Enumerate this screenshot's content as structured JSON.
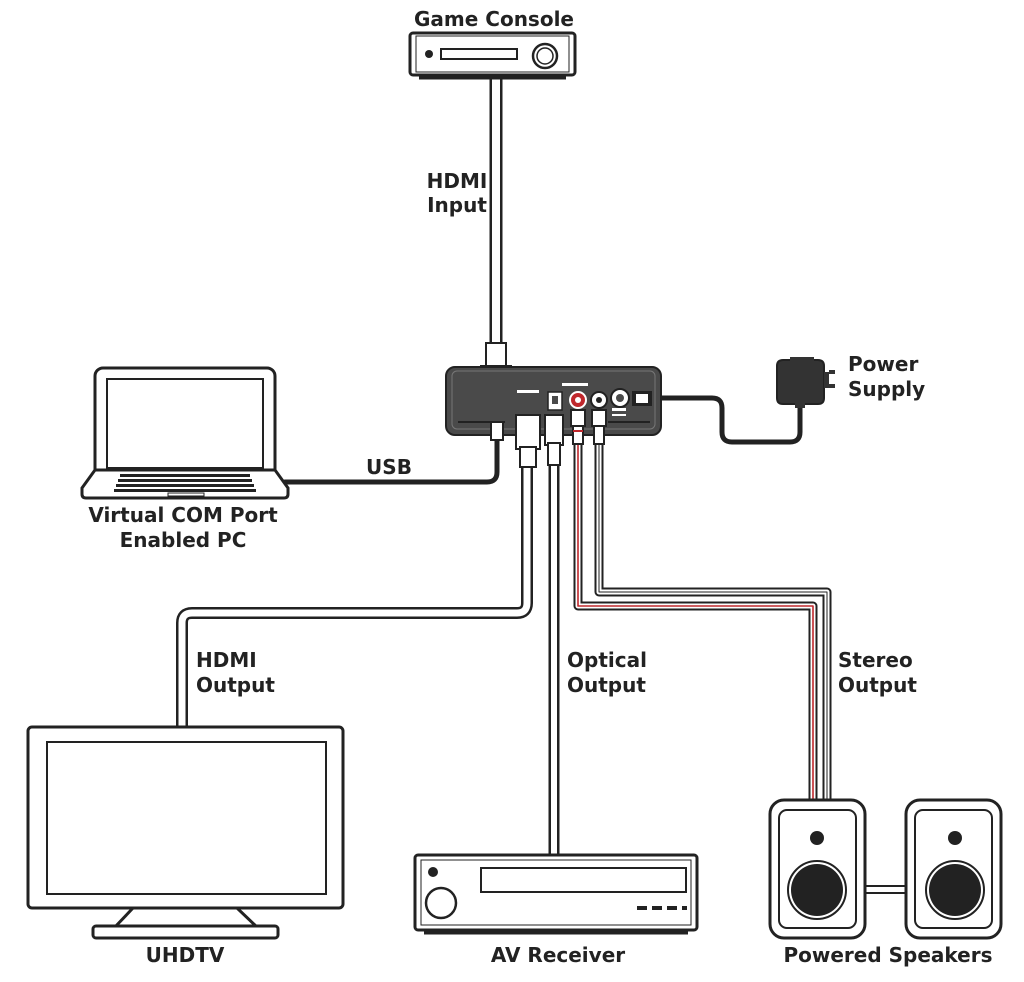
{
  "devices": {
    "game_console": "Game Console",
    "pc": [
      "Virtual COM Port",
      "Enabled PC"
    ],
    "power_supply": [
      "Power",
      "Supply"
    ],
    "uhdtv": "UHDTV",
    "av_receiver": "AV Receiver",
    "speakers": "Powered Speakers"
  },
  "connections": {
    "hdmi_input": [
      "HDMI",
      "Input"
    ],
    "usb": "USB",
    "hdmi_output": [
      "HDMI",
      "Output"
    ],
    "optical_output": [
      "Optical",
      "Output"
    ],
    "stereo_output": [
      "Stereo",
      "Output"
    ]
  },
  "colors": {
    "line": "#222222",
    "device_fill": "#4a4a4a",
    "audio_red": "#c0282d"
  }
}
